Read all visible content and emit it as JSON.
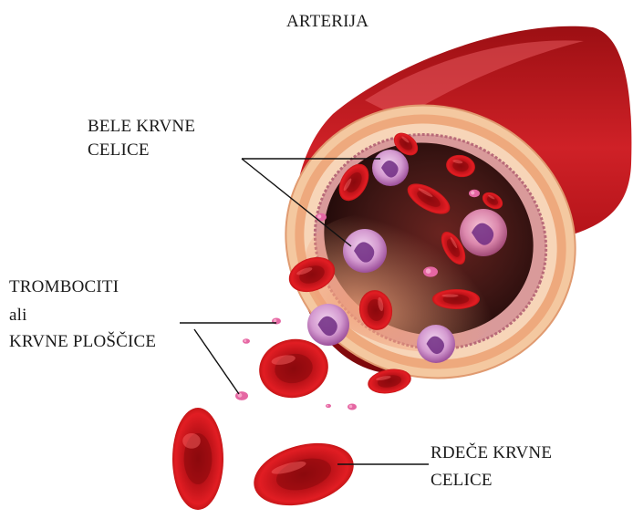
{
  "diagram": {
    "title": "ARTERIJA",
    "labels": {
      "white_cells": {
        "line1": "BELE KRVNE",
        "line2": "CELICE"
      },
      "platelets": {
        "line1": "TROMBOCITI",
        "line2": "ali",
        "line3": "KRVNE PLOŠČICE"
      },
      "red_cells": {
        "line1": "RDEČE KRVNE",
        "line2": "CELICE"
      }
    }
  },
  "colors": {
    "vessel_red": "#c3161c",
    "vessel_dark": "#8e0c10",
    "wall_outer": "#f2b98c",
    "wall_inner": "#d98a8a",
    "lumen": "#3a1514",
    "red_cell": "#d5141a",
    "white_cell": "#b85fb8",
    "platelet": "#e567a3",
    "leader_line": "#111111"
  }
}
